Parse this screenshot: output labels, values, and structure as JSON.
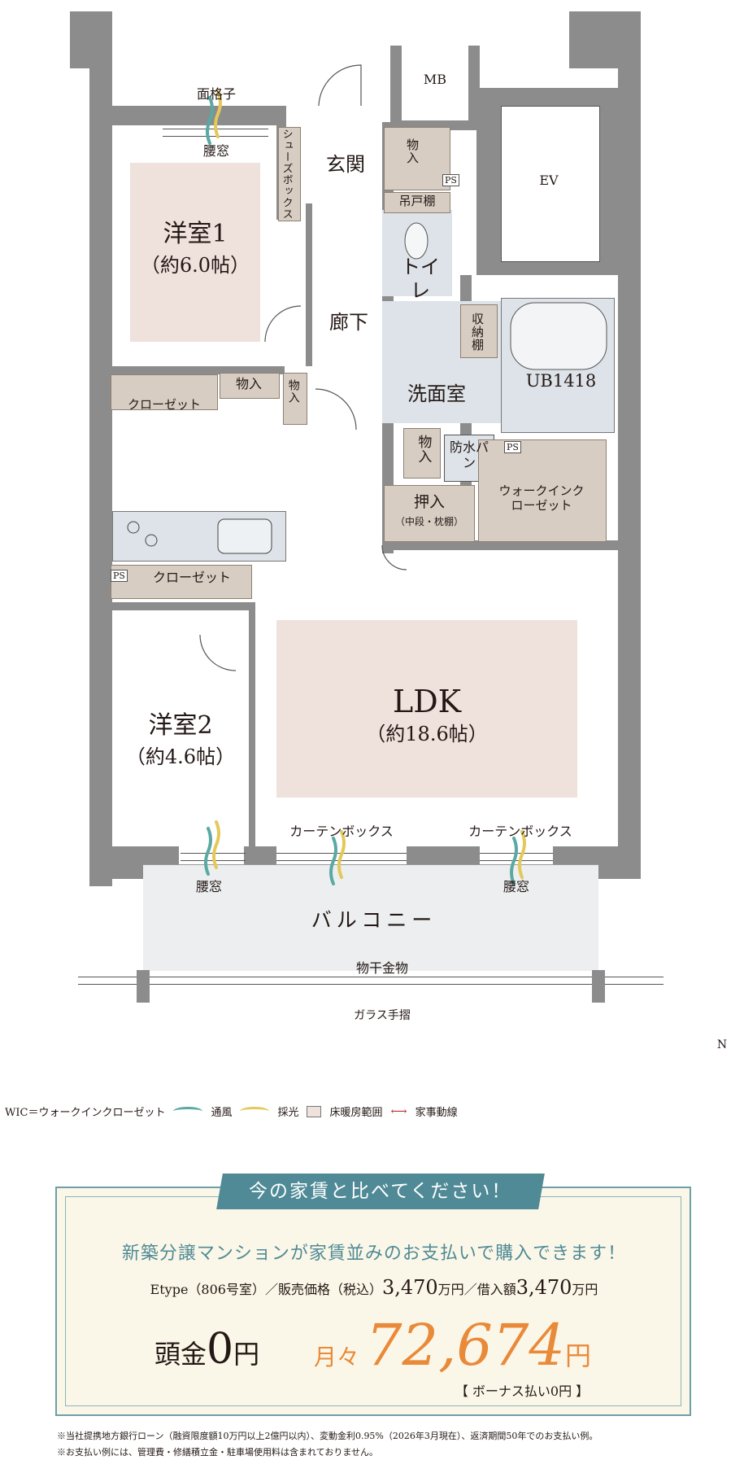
{
  "floorplan": {
    "mb": "MB",
    "ev": "EV",
    "lattice": "面格子",
    "koshimado_top": "腰窓",
    "shoebox": "シューズボックス",
    "genkan": "玄関",
    "monoire_a": "物入",
    "ps_a": "PS",
    "tsuritodana": "吊戸棚",
    "toilet": "トイレ",
    "youshitsu1_name": "洋室1",
    "youshitsu1_size": "（約6.0帖）",
    "rouka": "廊下",
    "shuunoudana": "収納棚",
    "ub": "UB1418",
    "monoire_b": "物入",
    "monoire_c": "物入",
    "closet1": "クローゼット",
    "senmenshitsu": "洗面室",
    "monoire_d": "物入",
    "bousui_pan": "防水パン",
    "ps_b": "PS",
    "oshiire": "押入",
    "oshiire_sub": "（中段・枕棚）",
    "wic": "ウォークインクローゼット",
    "ps_c": "PS",
    "closet2": "クローゼット",
    "ldk_name": "LDK",
    "ldk_size": "（約18.6帖）",
    "youshitsu2_name": "洋室2",
    "youshitsu2_size": "（約4.6帖）",
    "curtain_box_1": "カーテンボックス",
    "curtain_box_2": "カーテンボックス",
    "koshimado_left": "腰窓",
    "koshimado_right": "腰窓",
    "balcony": "バルコニー",
    "monohoshi": "物干金物",
    "glass_rail": "ガラス手摺",
    "north": "N"
  },
  "legend": {
    "wic_def": "WIC＝ウォークインクローゼット",
    "ventilation": "通風",
    "daylight": "採光",
    "floor_heating": "床暖房範囲",
    "housework": "家事動線",
    "ventilation_color": "#5aa9a2",
    "daylight_color": "#e3c95a",
    "floor_heating_color": "#efe1dc",
    "housework_color": "#b3312c"
  },
  "offer": {
    "banner": "今の家賃と比べてください！",
    "headline": "新築分譲マンションが家賃並みのお支払いで購入できます！",
    "type_line_a": "Etype（806号室）／販売価格（税込）",
    "price": "3,470",
    "man_yen_1": "万円",
    "type_line_b": "／借入額",
    "loan": "3,470",
    "man_yen_2": "万円",
    "down_label": "頭金",
    "down_value": "0",
    "down_unit": "円",
    "monthly_label": "月々",
    "monthly_value": "72,674",
    "monthly_unit": "円",
    "bonus": "【 ボーナス払い0円 】",
    "accent_color": "#e98a3a",
    "teal_color": "#4f8a96"
  },
  "notes": {
    "note1": "※当社提携地方銀行ローン（融資限度額10万円以上2億円以内）、変動金利0.95%（2026年3月現在）、返済期間50年でのお支払い例。",
    "note2": "※お支払い例には、管理費・修繕積立金・駐車場使用料は含まれておりません。"
  }
}
